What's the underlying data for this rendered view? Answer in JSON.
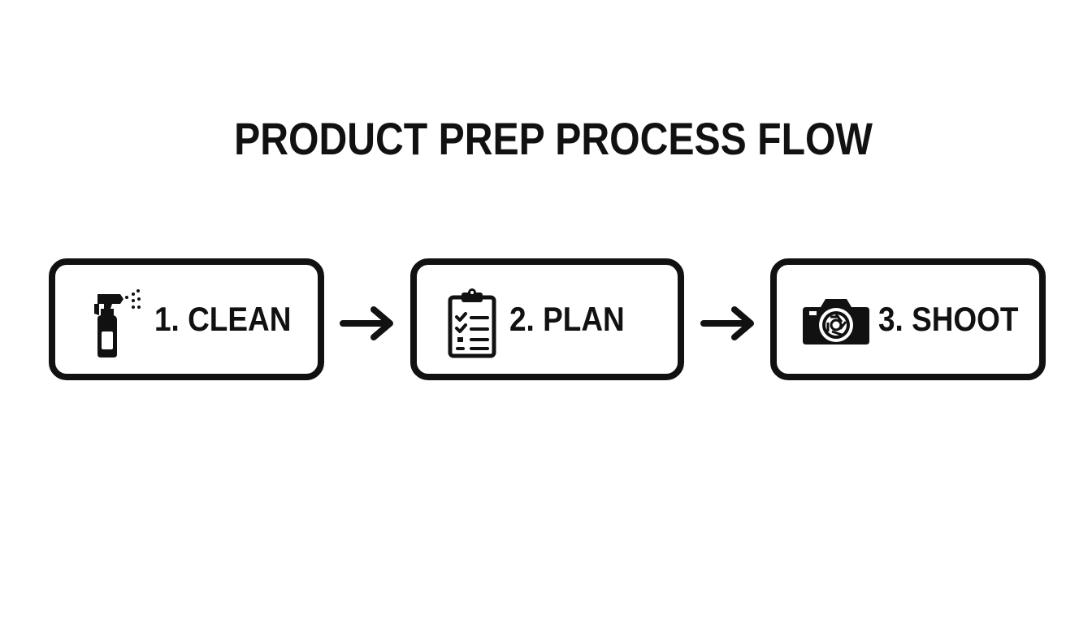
{
  "title": "PRODUCT PREP PROCESS FLOW",
  "steps": [
    {
      "label": "1. CLEAN",
      "icon": "spray-bottle-icon"
    },
    {
      "label": "2. PLAN",
      "icon": "clipboard-checklist-icon"
    },
    {
      "label": "3. SHOOT",
      "icon": "camera-icon"
    }
  ],
  "connectors": [
    "arrow-right-icon",
    "arrow-right-icon"
  ],
  "colors": {
    "stroke": "#111111",
    "background": "#ffffff"
  }
}
